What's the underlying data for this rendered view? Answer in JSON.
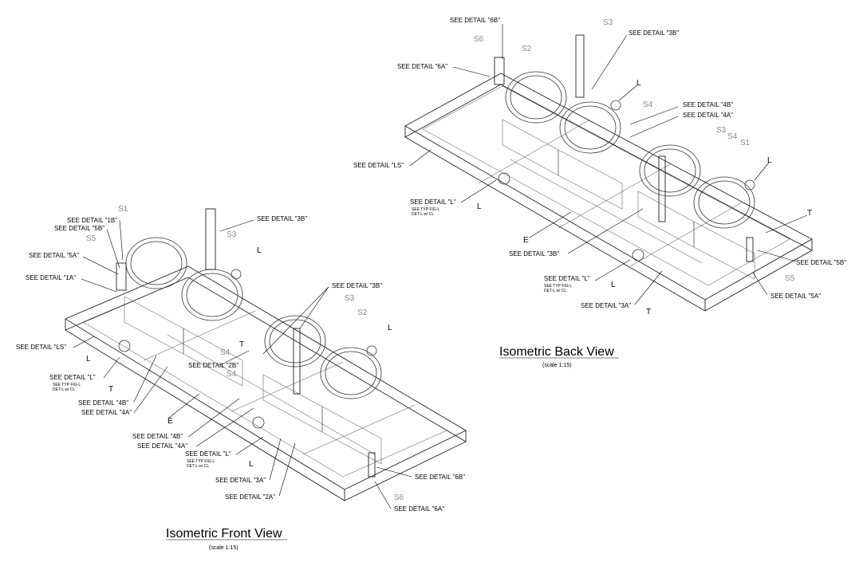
{
  "front_view": {
    "title": "Isometric Front View",
    "scale": "(scale 1:15)",
    "callouts": [
      "SEE DETAIL \"1B\"",
      "SEE DETAIL \"5B\"",
      "SEE DETAIL \"5A\"",
      "SEE DETAIL \"1A\"",
      "SEE DETAIL \"LS\"",
      "SEE DETAIL \"L\"",
      "SEE DETAIL \"4B\"",
      "SEE DETAIL \"4A\"",
      "SEE DETAIL \"3B\"",
      "SEE DETAIL \"3B\"",
      "SEE DETAIL \"2B\"",
      "SEE DETAIL \"4B\"",
      "SEE DETAIL \"4A\"",
      "SEE DETAIL \"L\"",
      "SEE DETAIL \"3A\"",
      "SEE DETAIL \"2A\"",
      "SEE DETAIL \"6B\"",
      "SEE DETAIL \"6A\""
    ],
    "marks": [
      "S1",
      "S5",
      "S3",
      "L",
      "L",
      "T",
      "S4",
      "S4",
      "T",
      "S3",
      "S2",
      "L",
      "E",
      "L",
      "S6"
    ]
  },
  "back_view": {
    "title": "Isometric Back View",
    "scale": "(scale 1:15)",
    "callouts": [
      "SEE DETAIL \"6B\"",
      "SEE DETAIL \"3B\"",
      "SEE DETAIL \"6A\"",
      "SEE DETAIL \"4B\"",
      "SEE DETAIL \"4A\"",
      "SEE DETAIL \"LS\"",
      "SEE DETAIL \"L\"",
      "SEE DETAIL \"3B\"",
      "SEE DETAIL \"5B\"",
      "SEE DETAIL \"L\"",
      "SEE DETAIL \"5A\"",
      "SEE DETAIL \"3A\""
    ],
    "marks": [
      "S6",
      "S3",
      "S2",
      "L",
      "S4",
      "S3",
      "S4",
      "S1",
      "L",
      "L",
      "T",
      "E",
      "S5",
      "L",
      "T"
    ]
  }
}
